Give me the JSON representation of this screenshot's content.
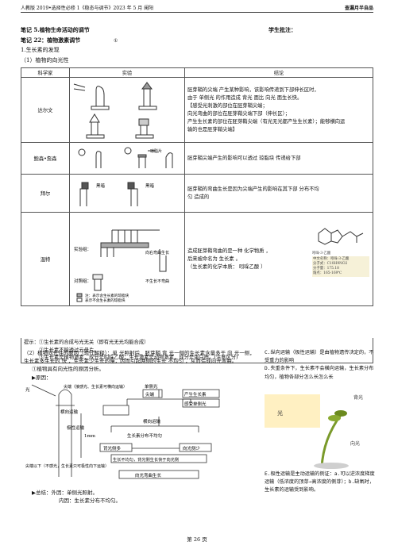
{
  "header": {
    "left": "人教版 2019•选择性必修 1《稳态与调节》2023 年 5 月 阑阳",
    "right": "查漏月半自品"
  },
  "notes_title": "笔记 5.植物生命活动的调节",
  "student_comment": "学生批注：",
  "note22": "笔记 22：植物激素调节",
  "sec1": "1.生长素的发现",
  "sub1": "（1）植物的向光性",
  "table": {
    "headers": [
      "科学家",
      "实验",
      "结论"
    ],
    "rows": [
      {
        "scientist": "达尔文",
        "lines": [
          "胚芽鞘的尖端 产生某种影响，该影响传递到下部伸长区时，",
          "由于 单侧光 的作用造成 背光 面比 向光 面生长快。",
          "【感受光刺激的部位在胚芽鞘尖端；",
          "向光弯曲的部位在胚芽鞘尖端下部（伸长区）；",
          "产生生长素的部位在胚芽鞘尖端（有光无光都产生生长素）；能够横向运",
          "输的也是胚芽鞘尖端】"
        ],
        "labels": [
          "①",
          "②",
          "③",
          "④"
        ]
      },
      {
        "scientist": "鲍森•詹森",
        "lines": [
          "胚芽鞘尖端产生的影响可以透过 琼脂块 传递给下部"
        ],
        "labels": [
          "琼脂片"
        ]
      },
      {
        "scientist": "拜尔",
        "lines": [
          "胚芽鞘的弯曲生长是因为尖端产生的影响在其下部 分布不均",
          "匀 造成的"
        ],
        "labels": [
          "黑暗",
          "黑暗"
        ]
      },
      {
        "scientist": "温特",
        "lines": [
          "造成胚芽鞘弯曲的是一种 化学物质 ，",
          "后来被命名为 生长素 。",
          "（生长素的化学本质： 吲哚乙酸 ）"
        ],
        "labels": [
          "实验组：",
          "对照组：",
          "向右弯曲生长",
          "不生长不弯曲",
          "注：表示含生长素的琼脂块",
          "表示不含生长素的琼脂块"
        ],
        "chem": [
          "吲哚-3-乙酸",
          "中文名称：吲哚-3-乙酸",
          "分子式：C10H9NO2",
          "分子量：175.18",
          "熔点：165-169℃"
        ]
      }
    ]
  },
  "tips": [
    "提示：①生长素的合成与光无关（即有光无光均能合成）",
    "②生长素不能透过云母片。",
    "③生长素是植物激素，成分是吲哚乙酸；生长激素是动物激素，成分是蛋白质。(注意区分)"
  ],
  "sub2": "（2）植物向光性的原因（现代解释）：单 光照射后，胚芽鞘 背 光一侧的生长素含量多于 向 光一侧，生长素多生长的 快 ，生长素少生长的慢，因而引起两侧的生长 不均匀 ，从而造成向光弯曲。",
  "sub2a": "①植物具有向光性的原因分析。",
  "cause": "▶原因：",
  "summary1": "▶总结：外因：单侧光照射。",
  "summary2": "内因：生长素分布不均匀。",
  "diagram": {
    "labels": [
      "光",
      "尖端（接感光、生长素可横向运输）",
      "单侧光",
      "尖端",
      "产生生长素",
      "感受单侧光",
      "横向运输",
      "极性运输",
      "横向运输",
      "背光侧多",
      "向光侧少",
      "生长素分布不均匀",
      "生长不均匀，背光侧生长快于向光侧",
      "向光弯曲生长",
      "尖端以下（不感光，生长素只可极性向下运输）",
      "1mm",
      "①",
      "②",
      "③"
    ]
  },
  "right_notes": [
    "C.纵向运输（极性运输）是由植物遗传决定的，不受重力的影响",
    "D.失重条件下，生长素不会横向运输，生长素分布均匀，植物各部分怎么长怎么长",
    "E.极性运输是主动运输的例证：a.可以逆浓度梯度运输（低浓度的顶芽→高浓度的侧芽）；b.缺氧时，生长素的运输受到影响。"
  ],
  "photo_labels": [
    "光",
    "背光",
    "向光"
  ],
  "footer": "第 26 页"
}
